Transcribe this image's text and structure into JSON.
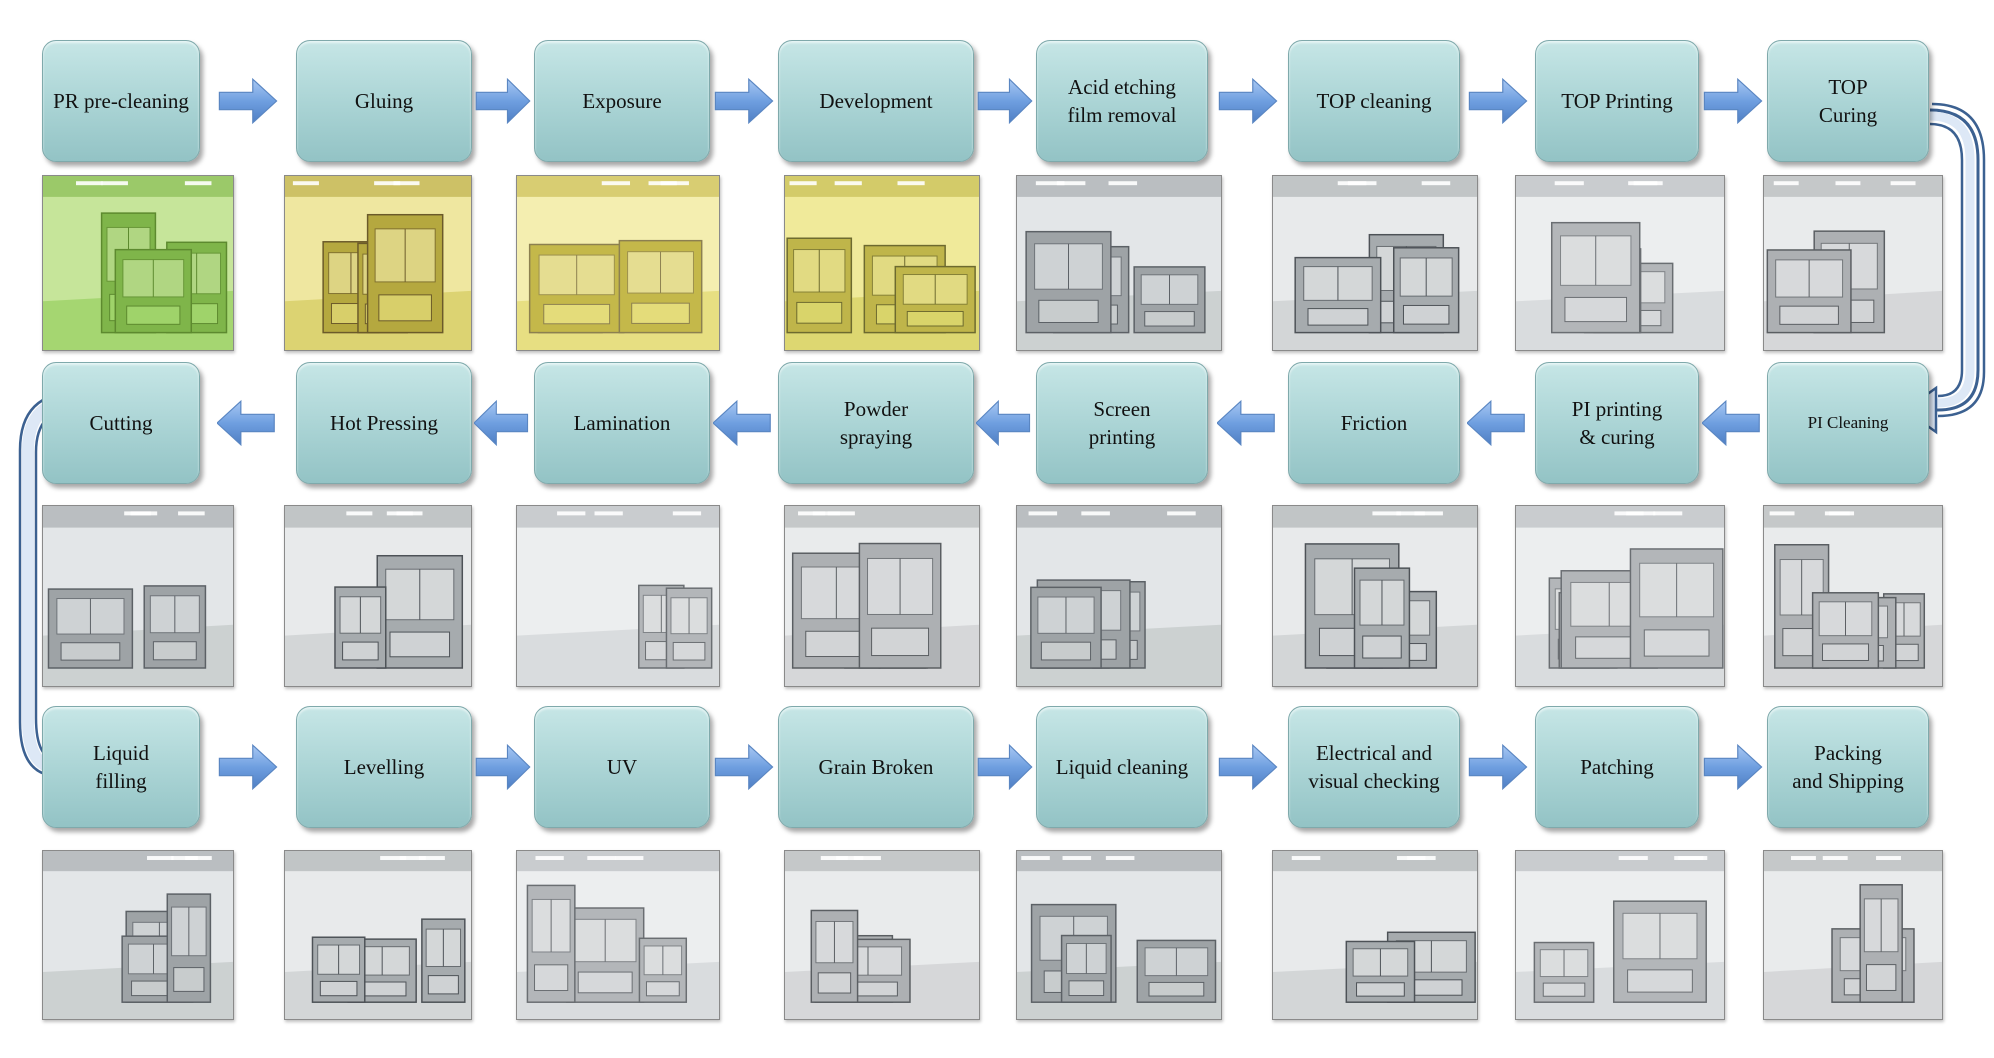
{
  "rows": [
    {
      "direction": "right",
      "steps": [
        {
          "label": "PR pre-cleaning",
          "photo": "green-lit cleanroom with cleaning machine"
        },
        {
          "label": "Gluing",
          "photo": "yellow-lit coating line"
        },
        {
          "label": "Exposure",
          "photo": "yellow-lit exposure machines"
        },
        {
          "label": "Development",
          "photo": "yellow-lit development line"
        },
        {
          "label": "Acid etching\nfilm removal",
          "photo": "etching equipment in cleanroom"
        },
        {
          "label": "TOP cleaning",
          "photo": "glass-enclosed cleaning machine"
        },
        {
          "label": "TOP Printing",
          "photo": "printing machine with control panel"
        },
        {
          "label": "TOP\nCuring",
          "photo": "curing oven room"
        }
      ]
    },
    {
      "direction": "left",
      "steps": [
        {
          "label": "PI Cleaning",
          "photo": "enclosed cleaning machine"
        },
        {
          "label": "PI printing\n& curing",
          "photo": "dark enclosed printing line"
        },
        {
          "label": "Friction",
          "photo": "rubbing machine"
        },
        {
          "label": "Screen\nprinting",
          "photo": "screen printing machine"
        },
        {
          "label": "Powder\nspraying",
          "photo": "powder spraying machine"
        },
        {
          "label": "Lamination",
          "photo": "lamination machine"
        },
        {
          "label": "Hot Pressing",
          "photo": "hot pressing ovens"
        },
        {
          "label": "Cutting",
          "photo": "glass cutting machine"
        }
      ]
    },
    {
      "direction": "right",
      "steps": [
        {
          "label": "Liquid\nfilling",
          "photo": "liquid crystal filling tanks"
        },
        {
          "label": "Levelling",
          "photo": "levelling fixtures on rack"
        },
        {
          "label": "UV",
          "photo": "UV curing oven"
        },
        {
          "label": "Grain Broken",
          "photo": "breaking workbench"
        },
        {
          "label": "Liquid cleaning",
          "photo": "cleaning line with control panel"
        },
        {
          "label": "Electrical and\nvisual checking",
          "photo": "inspection benches"
        },
        {
          "label": "Patching",
          "photo": "polarizer attaching machines"
        },
        {
          "label": "Packing\nand Shipping",
          "photo": "packing room with cabinets"
        }
      ]
    }
  ],
  "colors": {
    "box_fill": "#a9d3d4",
    "box_border": "#7fa9ab",
    "arrow_fill": "#6f9fe0",
    "loop_arrow_fill": "#dde8f6",
    "loop_arrow_stroke": "#3c6191"
  },
  "icons": {
    "flow_arrow": "block-arrow",
    "row_connector": "u-turn-arrow"
  }
}
